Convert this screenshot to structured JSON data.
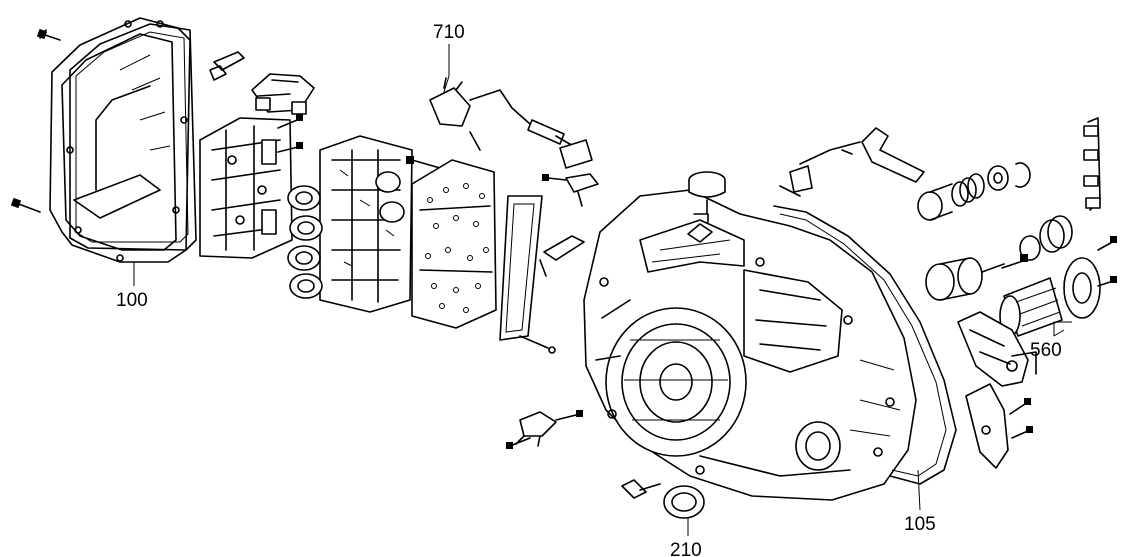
{
  "callouts": [
    {
      "id": "100",
      "text": "100"
    },
    {
      "id": "710",
      "text": "710"
    },
    {
      "id": "560",
      "text": "560"
    },
    {
      "id": "105",
      "text": "105"
    },
    {
      "id": "210",
      "text": "210"
    }
  ]
}
